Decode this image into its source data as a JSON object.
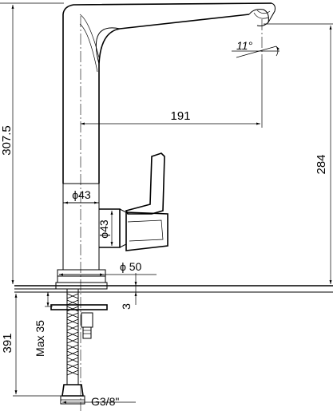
{
  "dimensions": {
    "total_height": "307.5",
    "spout_height": "284",
    "reach": "191",
    "spout_angle": "11°",
    "body_diameter": "ϕ43",
    "body_diameter_vertical": "ϕ43",
    "base_diameter": "ϕ 50",
    "deck_thickness": "3",
    "max_deck": "Max 35",
    "hose_length": "391",
    "connection": "G3/8\""
  }
}
